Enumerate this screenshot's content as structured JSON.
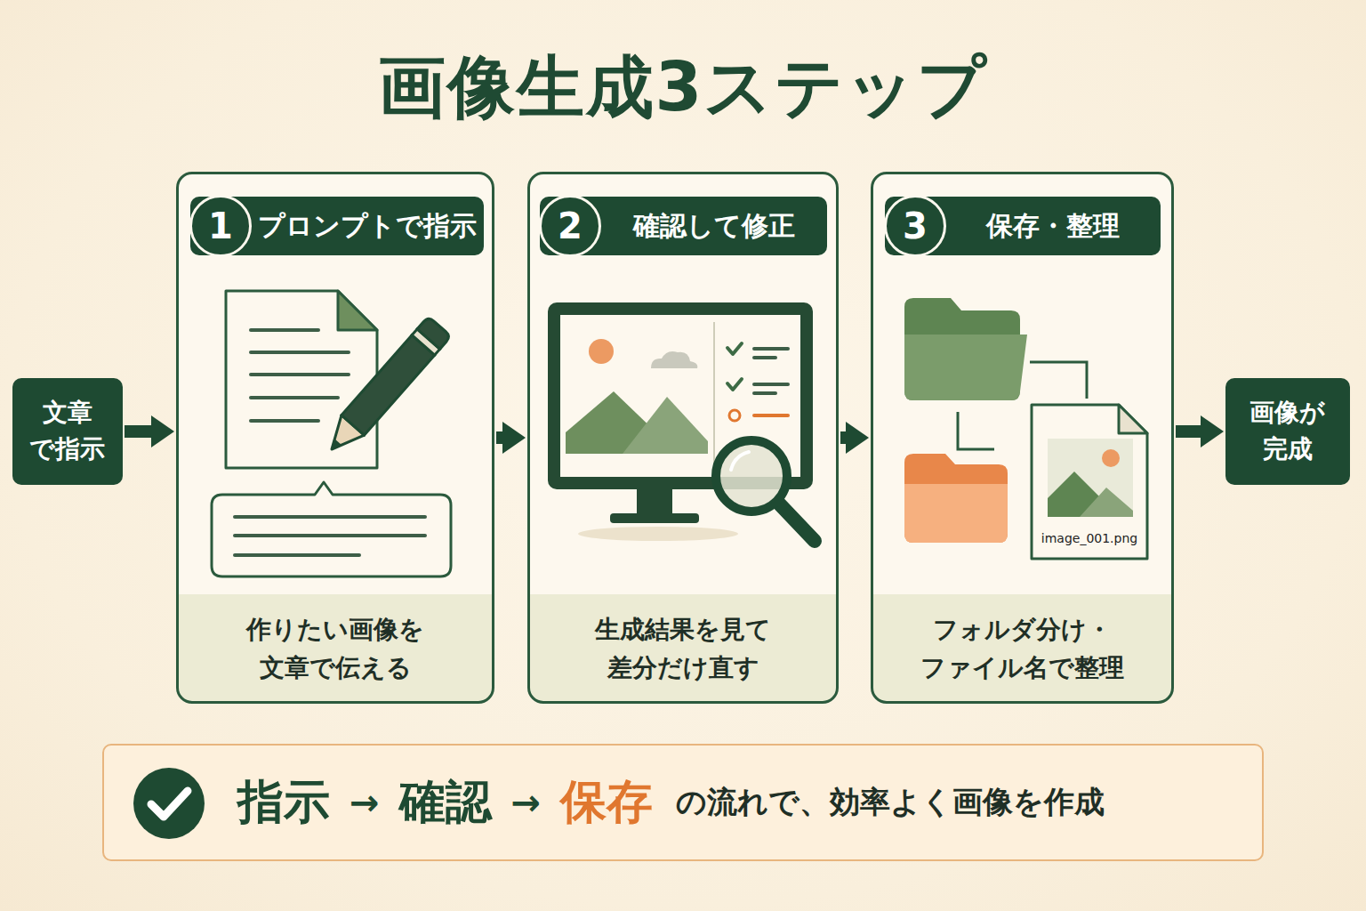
{
  "diagram": {
    "title": "画像生成3ステップ",
    "nodes": [
      {
        "text": [
          "文章 で指示"
        ]
      },
      {
        "text": [
          "作りたい画像を 文章で伝える"
        ]
      },
      {
        "text": [
          "プロンプトで指示"
        ],
        "in": 1
      },
      {
        "text": [
          "1"
        ],
        "in": 2
      },
      {
        "text": [
          "生成結果を見て 差分だけ直す"
        ]
      },
      {
        "text": [
          "確認して修正"
        ],
        "in": 4
      },
      {
        "text": [
          "2"
        ],
        "in": 5
      },
      {
        "text": [
          "フォルダ分け・ ファイル名で整理"
        ]
      },
      {
        "text": [
          "保存・整理"
        ],
        "in": 7
      },
      {
        "text": [
          "3"
        ],
        "in": 8
      },
      {
        "text": [
          "画像が 完成"
        ]
      },
      {
        "text": [
          "指示",
          "→",
          "確認",
          "→",
          "保存",
          "の流れで、効率よく画像を作成"
        ]
      }
    ],
    "edges": [
      {
        "from": 0,
        "to": 1,
        "arrow": "to"
      },
      {
        "from": 1,
        "to": 4,
        "arrow": "to"
      },
      {
        "from": 4,
        "to": 7,
        "arrow": "to"
      },
      {
        "from": 7,
        "to": 10,
        "arrow": "to"
      }
    ],
    "labels": [
      "image_001.png"
    ]
  }
}
